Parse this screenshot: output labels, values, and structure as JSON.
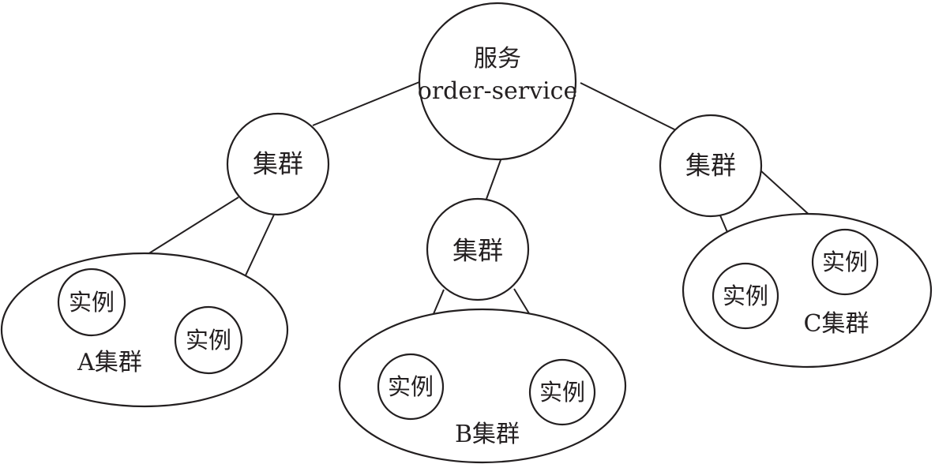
{
  "service": {
    "title": "服务",
    "name": "order-service"
  },
  "clusters": [
    {
      "label": "集群",
      "group_label": "A集群",
      "instances": [
        "实例",
        "实例"
      ]
    },
    {
      "label": "集群",
      "group_label": "B集群",
      "instances": [
        "实例",
        "实例"
      ]
    },
    {
      "label": "集群",
      "group_label": "C集群",
      "instances": [
        "实例",
        "实例"
      ]
    }
  ],
  "colors": {
    "line": "#231f20",
    "background": "#ffffff"
  }
}
